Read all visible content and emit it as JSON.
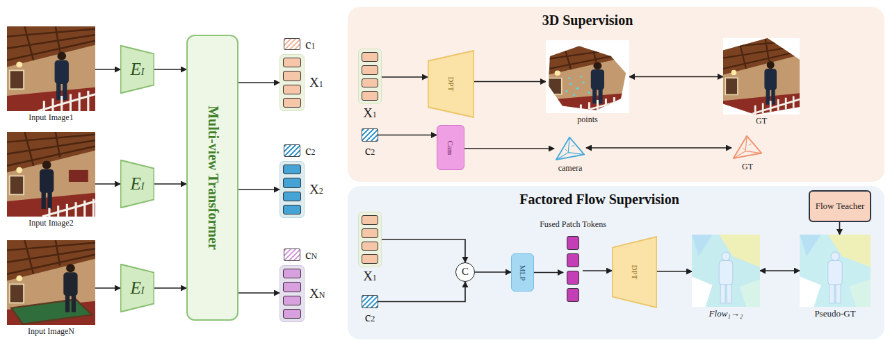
{
  "diagram": {
    "nodes": [
      {
        "text": [
          "Input Image1"
        ]
      },
      {
        "text": [
          "EI"
        ]
      },
      {
        "text": [
          "Input Image2"
        ]
      },
      {
        "text": [
          "EI"
        ]
      },
      {
        "text": [
          "Input ImageN"
        ]
      },
      {
        "text": [
          "EI"
        ]
      },
      {
        "text": [
          "Multi-view Transformer"
        ]
      },
      {
        "text": [
          "c1"
        ]
      },
      {
        "text": [
          "X1"
        ]
      },
      {
        "text": [
          "c2"
        ]
      },
      {
        "text": [
          "X2"
        ]
      },
      {
        "text": [
          "cN"
        ]
      },
      {
        "text": [
          "XN"
        ]
      },
      {
        "text": [
          "3D Supervision"
        ]
      },
      {
        "text": [
          "X1"
        ],
        "in": 13
      },
      {
        "text": [
          "DPT"
        ],
        "in": 13
      },
      {
        "text": [
          "points"
        ],
        "in": 13
      },
      {
        "text": [
          "GT"
        ],
        "in": 13
      },
      {
        "text": [
          "c2"
        ],
        "in": 13
      },
      {
        "text": [
          "Cam"
        ],
        "in": 13
      },
      {
        "text": [
          "camera"
        ],
        "in": 13
      },
      {
        "text": [
          "GT"
        ],
        "in": 13
      },
      {
        "text": [
          "Factored Flow Supervision"
        ]
      },
      {
        "text": [
          "X1"
        ],
        "in": 22
      },
      {
        "text": [
          "c2"
        ],
        "in": 22
      },
      {
        "text": [
          "C"
        ],
        "in": 22
      },
      {
        "text": [
          "MLP"
        ],
        "in": 22
      },
      {
        "text": [
          "Fused Patch Tokens"
        ],
        "in": 22
      },
      {
        "text": [
          "DPT"
        ],
        "in": 22
      },
      {
        "text": [
          "Flow Teacher"
        ],
        "in": 22
      },
      {
        "text": [
          "Flow₁→₂"
        ],
        "in": 22
      },
      {
        "text": [
          "Pseudo-GT"
        ],
        "in": 22
      }
    ],
    "edges": [
      {
        "from": 0,
        "to": 1,
        "arrow": "to"
      },
      {
        "from": 1,
        "to": 6,
        "arrow": "to"
      },
      {
        "from": 2,
        "to": 3,
        "arrow": "to"
      },
      {
        "from": 3,
        "to": 6,
        "arrow": "to"
      },
      {
        "from": 4,
        "to": 5,
        "arrow": "to"
      },
      {
        "from": 5,
        "to": 6,
        "arrow": "to"
      },
      {
        "from": 6,
        "to": 8,
        "arrow": "to"
      },
      {
        "from": 6,
        "to": 10,
        "arrow": "to"
      },
      {
        "from": 6,
        "to": 12,
        "arrow": "to"
      },
      {
        "from": 14,
        "to": 15,
        "arrow": "to"
      },
      {
        "from": 15,
        "to": 16,
        "arrow": "to"
      },
      {
        "from": 16,
        "to": 17,
        "arrow": "both"
      },
      {
        "from": 18,
        "to": 19,
        "arrow": "to"
      },
      {
        "from": 19,
        "to": 20,
        "arrow": "to"
      },
      {
        "from": 20,
        "to": 21,
        "arrow": "both"
      },
      {
        "from": 23,
        "to": 25,
        "arrow": "to"
      },
      {
        "from": 24,
        "to": 25,
        "arrow": "to"
      },
      {
        "from": 25,
        "to": 26,
        "arrow": "to"
      },
      {
        "from": 26,
        "to": 27,
        "arrow": "to"
      },
      {
        "from": 27,
        "to": 28,
        "arrow": "to"
      },
      {
        "from": 28,
        "to": 30,
        "arrow": "to"
      },
      {
        "from": 30,
        "to": 31,
        "arrow": "both"
      },
      {
        "from": 29,
        "to": 31,
        "arrow": "to"
      }
    ]
  }
}
